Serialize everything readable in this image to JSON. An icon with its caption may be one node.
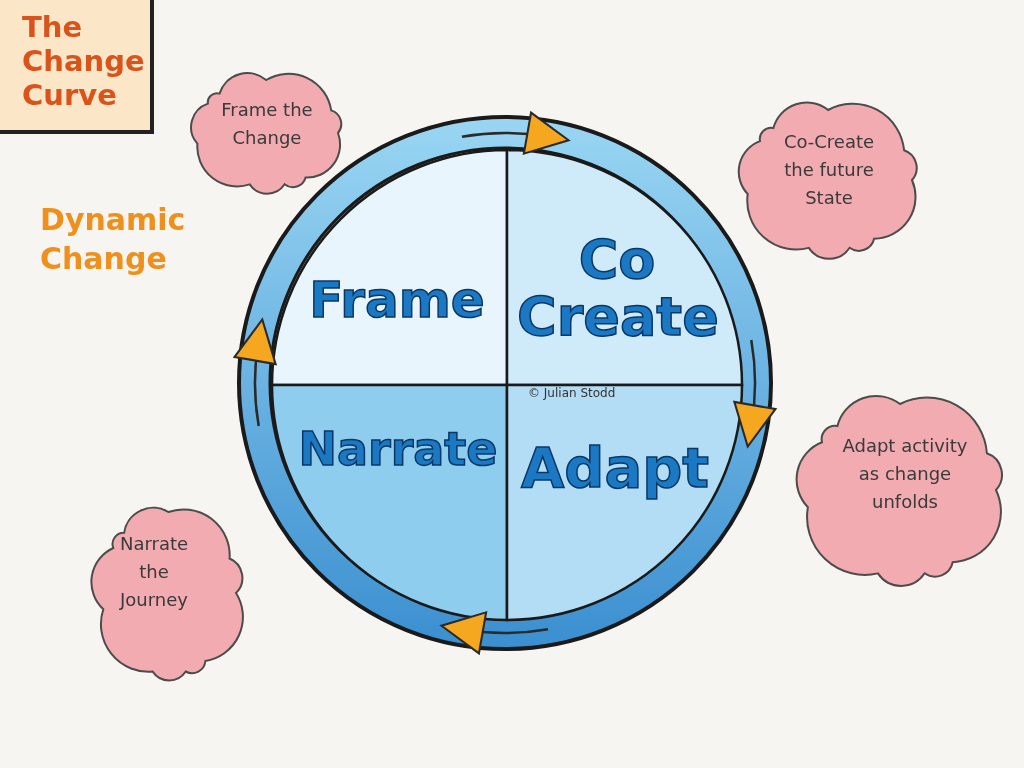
{
  "diagram": {
    "title": "The Change Curve",
    "nodes": [
      {
        "text": [
          "Frame the Change"
        ]
      },
      {
        "text": [
          "Co-Create the future State"
        ]
      },
      {
        "text": [],
        "shape": "circle"
      },
      {
        "text": [
          "Frame"
        ],
        "in": 2
      },
      {
        "text": [
          "Co Create"
        ],
        "in": 2
      },
      {
        "text": [
          "Narrate"
        ],
        "in": 2
      },
      {
        "text": [
          "Adapt"
        ],
        "in": 2
      },
      {
        "text": [
          "Adapt activity as change unfolds"
        ]
      },
      {
        "text": [
          "Narrate the Journey"
        ]
      }
    ],
    "edges": [
      {
        "from": 3,
        "to": 4,
        "arrow": "to"
      },
      {
        "from": 4,
        "to": 6,
        "arrow": "to"
      },
      {
        "from": 6,
        "to": 5,
        "arrow": "to"
      },
      {
        "from": 5,
        "to": 3,
        "arrow": "to"
      }
    ],
    "labels": [
      "Dynamic Change",
      "© Julian Stodd"
    ]
  }
}
